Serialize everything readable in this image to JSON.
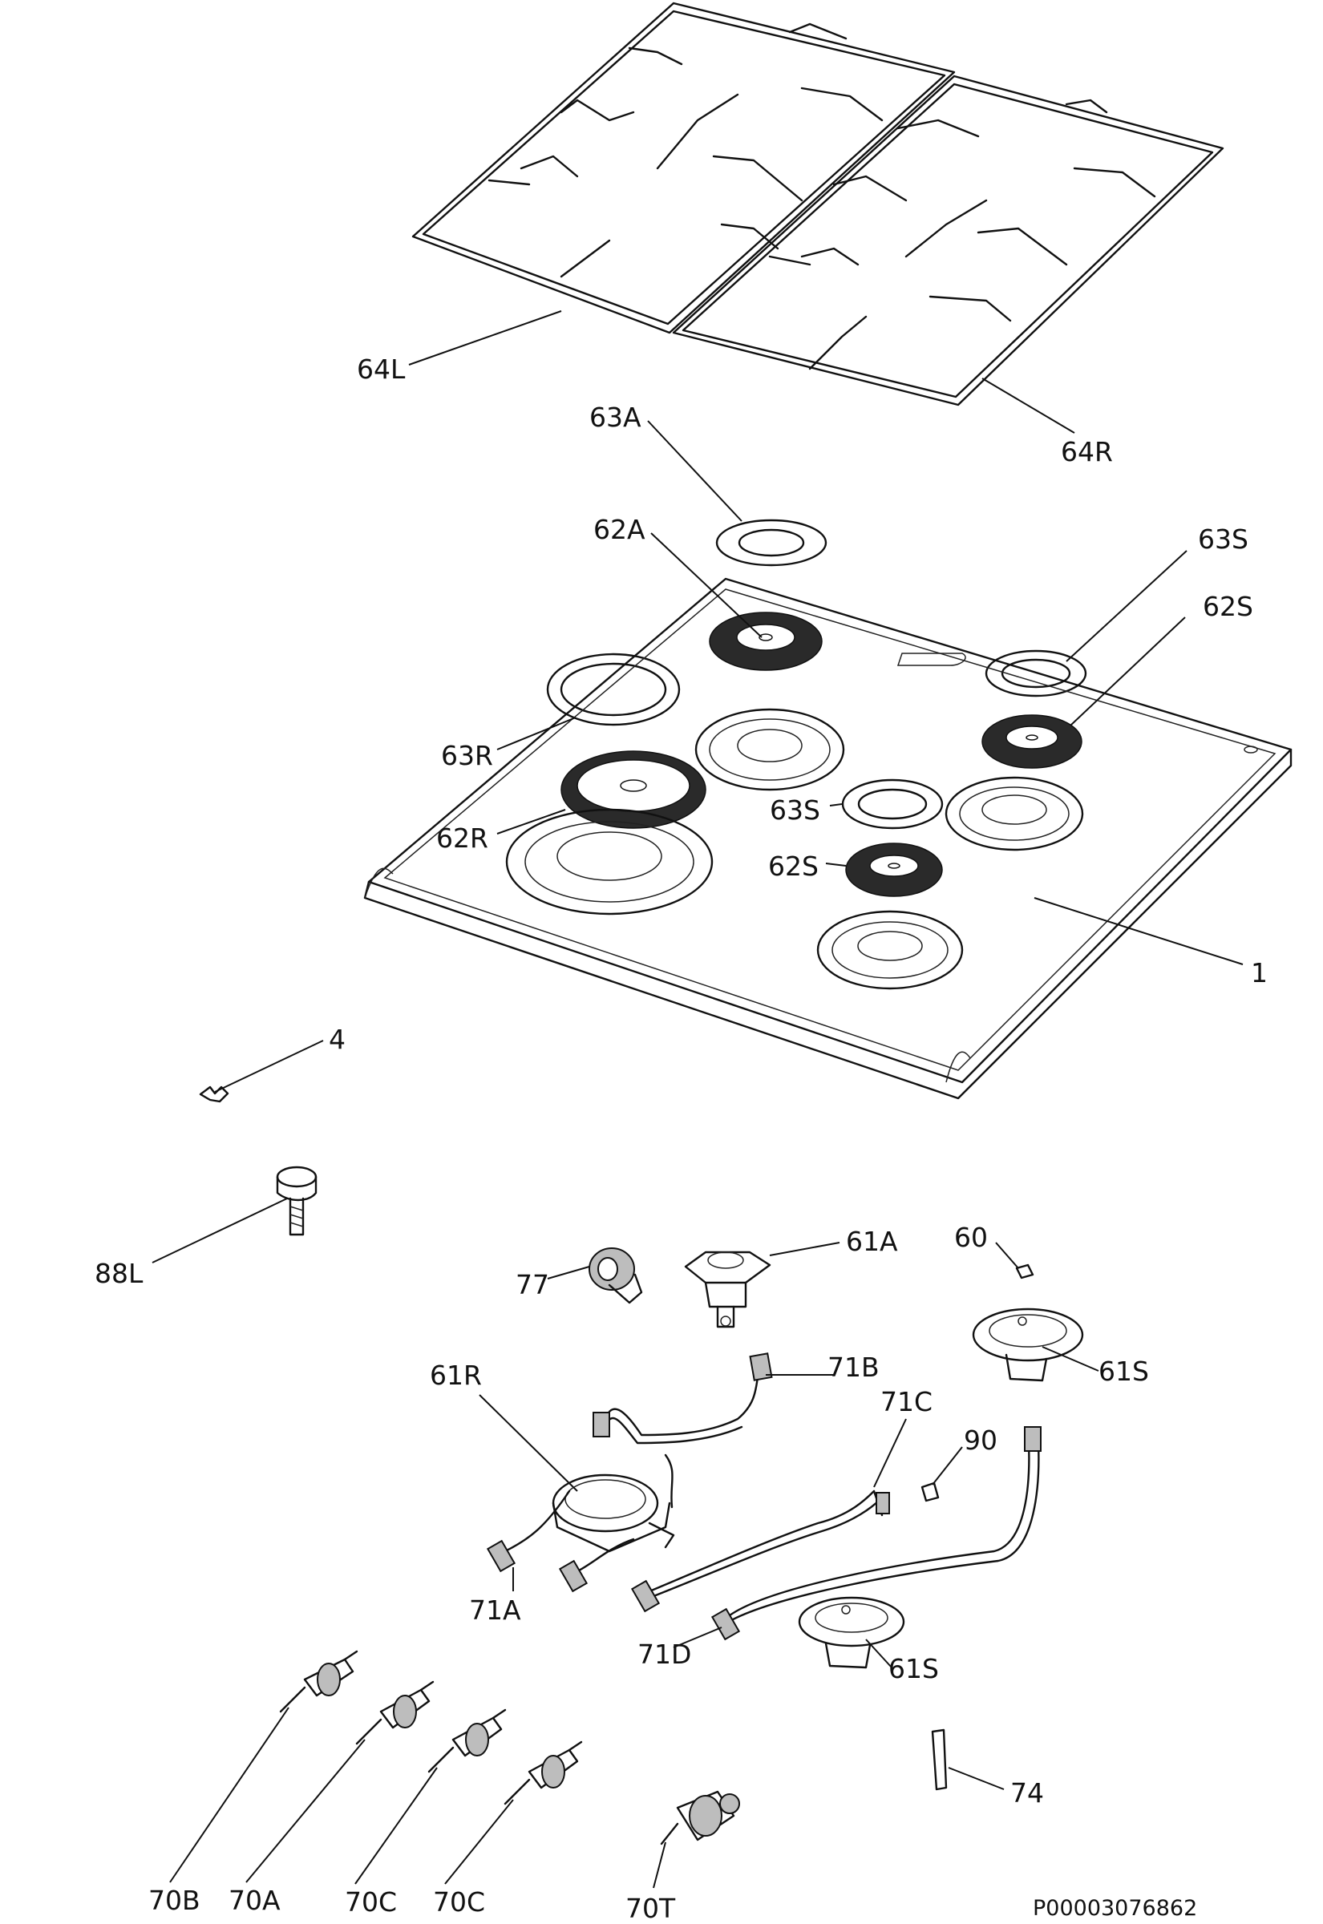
{
  "diagram": {
    "document_code": "P00003076862",
    "labels": {
      "p64L": "64L",
      "p64R": "64R",
      "p63A": "63A",
      "p62A": "62A",
      "p63S_a": "63S",
      "p62S_a": "62S",
      "p63R": "63R",
      "p62R": "62R",
      "p63S_b": "63S",
      "p62S_b": "62S",
      "p1": "1",
      "p4": "4",
      "p88L": "88L",
      "p77": "77",
      "p61A": "61A",
      "p60": "60",
      "p61S_a": "61S",
      "p61R": "61R",
      "p71B": "71B",
      "p71C": "71C",
      "p90": "90",
      "p71A": "71A",
      "p71D": "71D",
      "p61S_b": "61S",
      "p74": "74",
      "p70B": "70B",
      "p70A": "70A",
      "p70C_a": "70C",
      "p70C_b": "70C",
      "p70T": "70T"
    }
  }
}
